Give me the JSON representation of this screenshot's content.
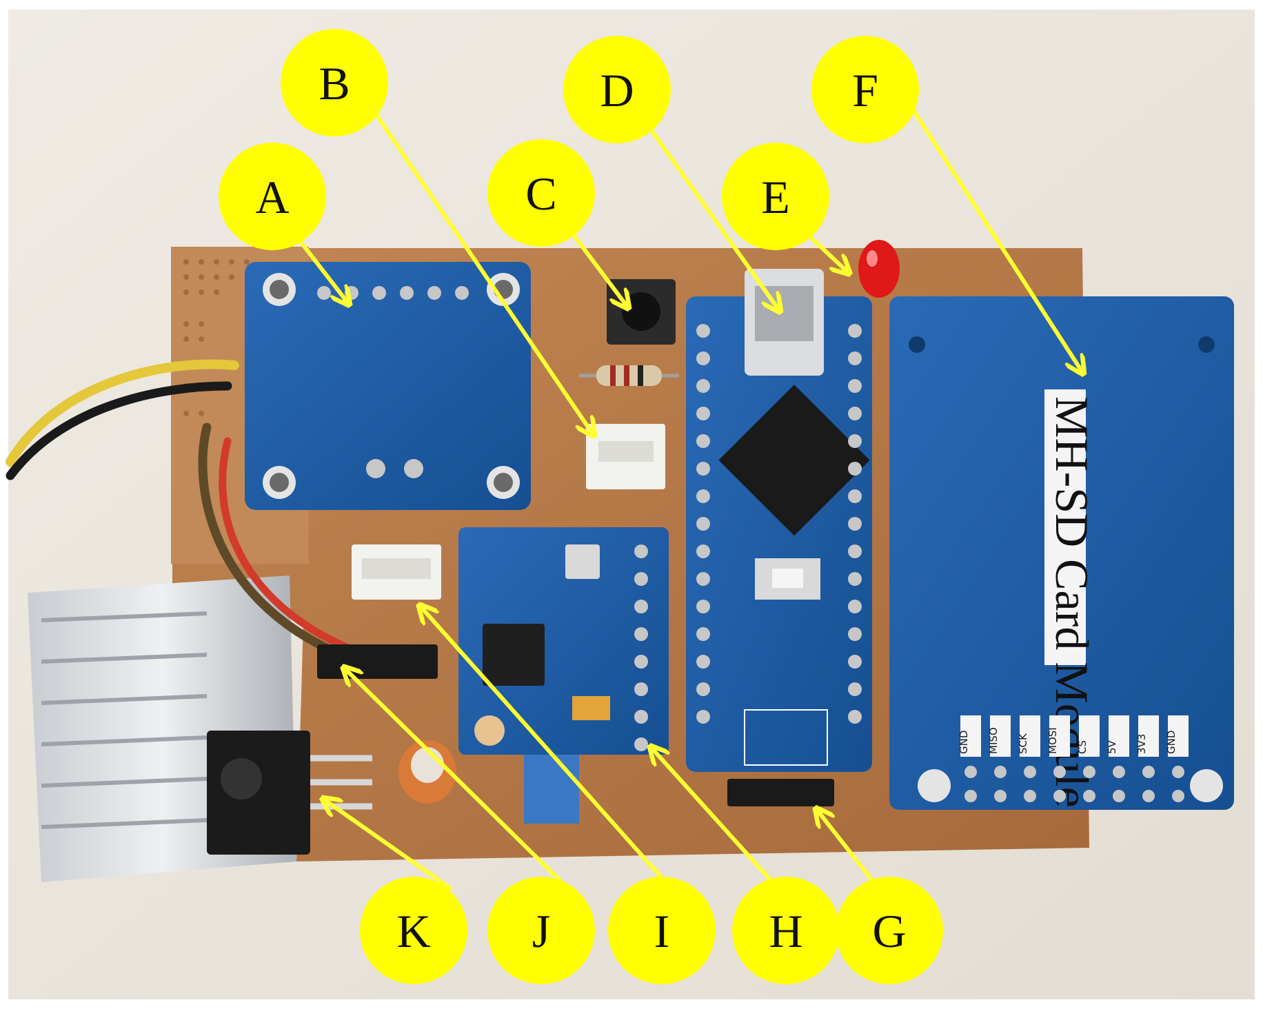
{
  "image": {
    "kind": "photo",
    "subject": "PCB with electronic modules"
  },
  "callouts": [
    {
      "id": "A",
      "text": "A"
    },
    {
      "id": "B",
      "text": "B"
    },
    {
      "id": "C",
      "text": "C"
    },
    {
      "id": "D",
      "text": "D"
    },
    {
      "id": "E",
      "text": "E"
    },
    {
      "id": "F",
      "text": "F"
    },
    {
      "id": "G",
      "text": "G"
    },
    {
      "id": "H",
      "text": "H"
    },
    {
      "id": "I",
      "text": "I"
    },
    {
      "id": "J",
      "text": "J"
    },
    {
      "id": "K",
      "text": "K"
    }
  ],
  "sd_module": {
    "title": "MH-SD Card Module",
    "pins": [
      "GND",
      "MISO",
      "SCK",
      "MOSI",
      "CS",
      "5V",
      "3V3",
      "GND"
    ]
  },
  "colors": {
    "callout_fill": "#ffff00",
    "arrow": "#ffff33",
    "pcb_blue": "#1f5fa8",
    "perfboard": "#b47a4a"
  }
}
